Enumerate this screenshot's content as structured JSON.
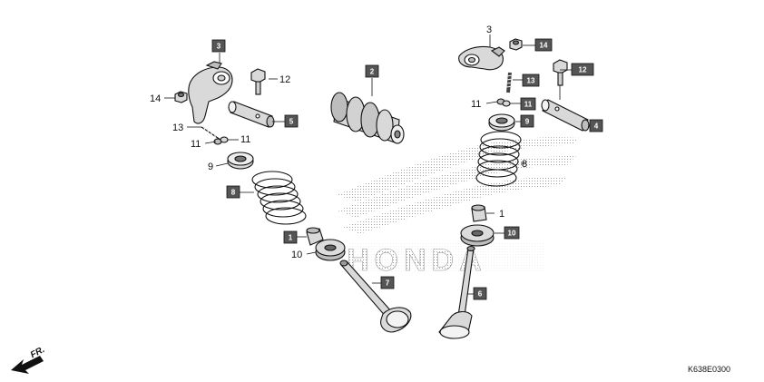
{
  "diagram": {
    "watermark_text": "HONDA",
    "figure_code": "K638E0300",
    "direction_label": "FR."
  },
  "callouts": [
    {
      "id": "c3a",
      "label": "3",
      "style": "box"
    },
    {
      "id": "c3b",
      "label": "3",
      "style": "plain"
    },
    {
      "id": "c14a",
      "label": "14",
      "style": "plain"
    },
    {
      "id": "c14b",
      "label": "14",
      "style": "box"
    },
    {
      "id": "c12a",
      "label": "12",
      "style": "plain"
    },
    {
      "id": "c12b",
      "label": "12",
      "style": "box"
    },
    {
      "id": "c2",
      "label": "2",
      "style": "box"
    },
    {
      "id": "c13a",
      "label": "13",
      "style": "plain"
    },
    {
      "id": "c13b",
      "label": "13",
      "style": "box"
    },
    {
      "id": "c5",
      "label": "5",
      "style": "box"
    },
    {
      "id": "c4",
      "label": "4",
      "style": "box"
    },
    {
      "id": "c11a",
      "label": "11",
      "style": "plain"
    },
    {
      "id": "c11b",
      "label": "11",
      "style": "plain"
    },
    {
      "id": "c11c",
      "label": "11",
      "style": "plain"
    },
    {
      "id": "c11d",
      "label": "11",
      "style": "box"
    },
    {
      "id": "c9a",
      "label": "9",
      "style": "plain"
    },
    {
      "id": "c9b",
      "label": "9",
      "style": "box"
    },
    {
      "id": "c8a",
      "label": "8",
      "style": "box"
    },
    {
      "id": "c8b",
      "label": "8",
      "style": "plain"
    },
    {
      "id": "c1a",
      "label": "1",
      "style": "box"
    },
    {
      "id": "c1b",
      "label": "1",
      "style": "plain"
    },
    {
      "id": "c10a",
      "label": "10",
      "style": "plain"
    },
    {
      "id": "c10b",
      "label": "10",
      "style": "box"
    },
    {
      "id": "c7",
      "label": "7",
      "style": "box"
    },
    {
      "id": "c6",
      "label": "6",
      "style": "box"
    }
  ]
}
